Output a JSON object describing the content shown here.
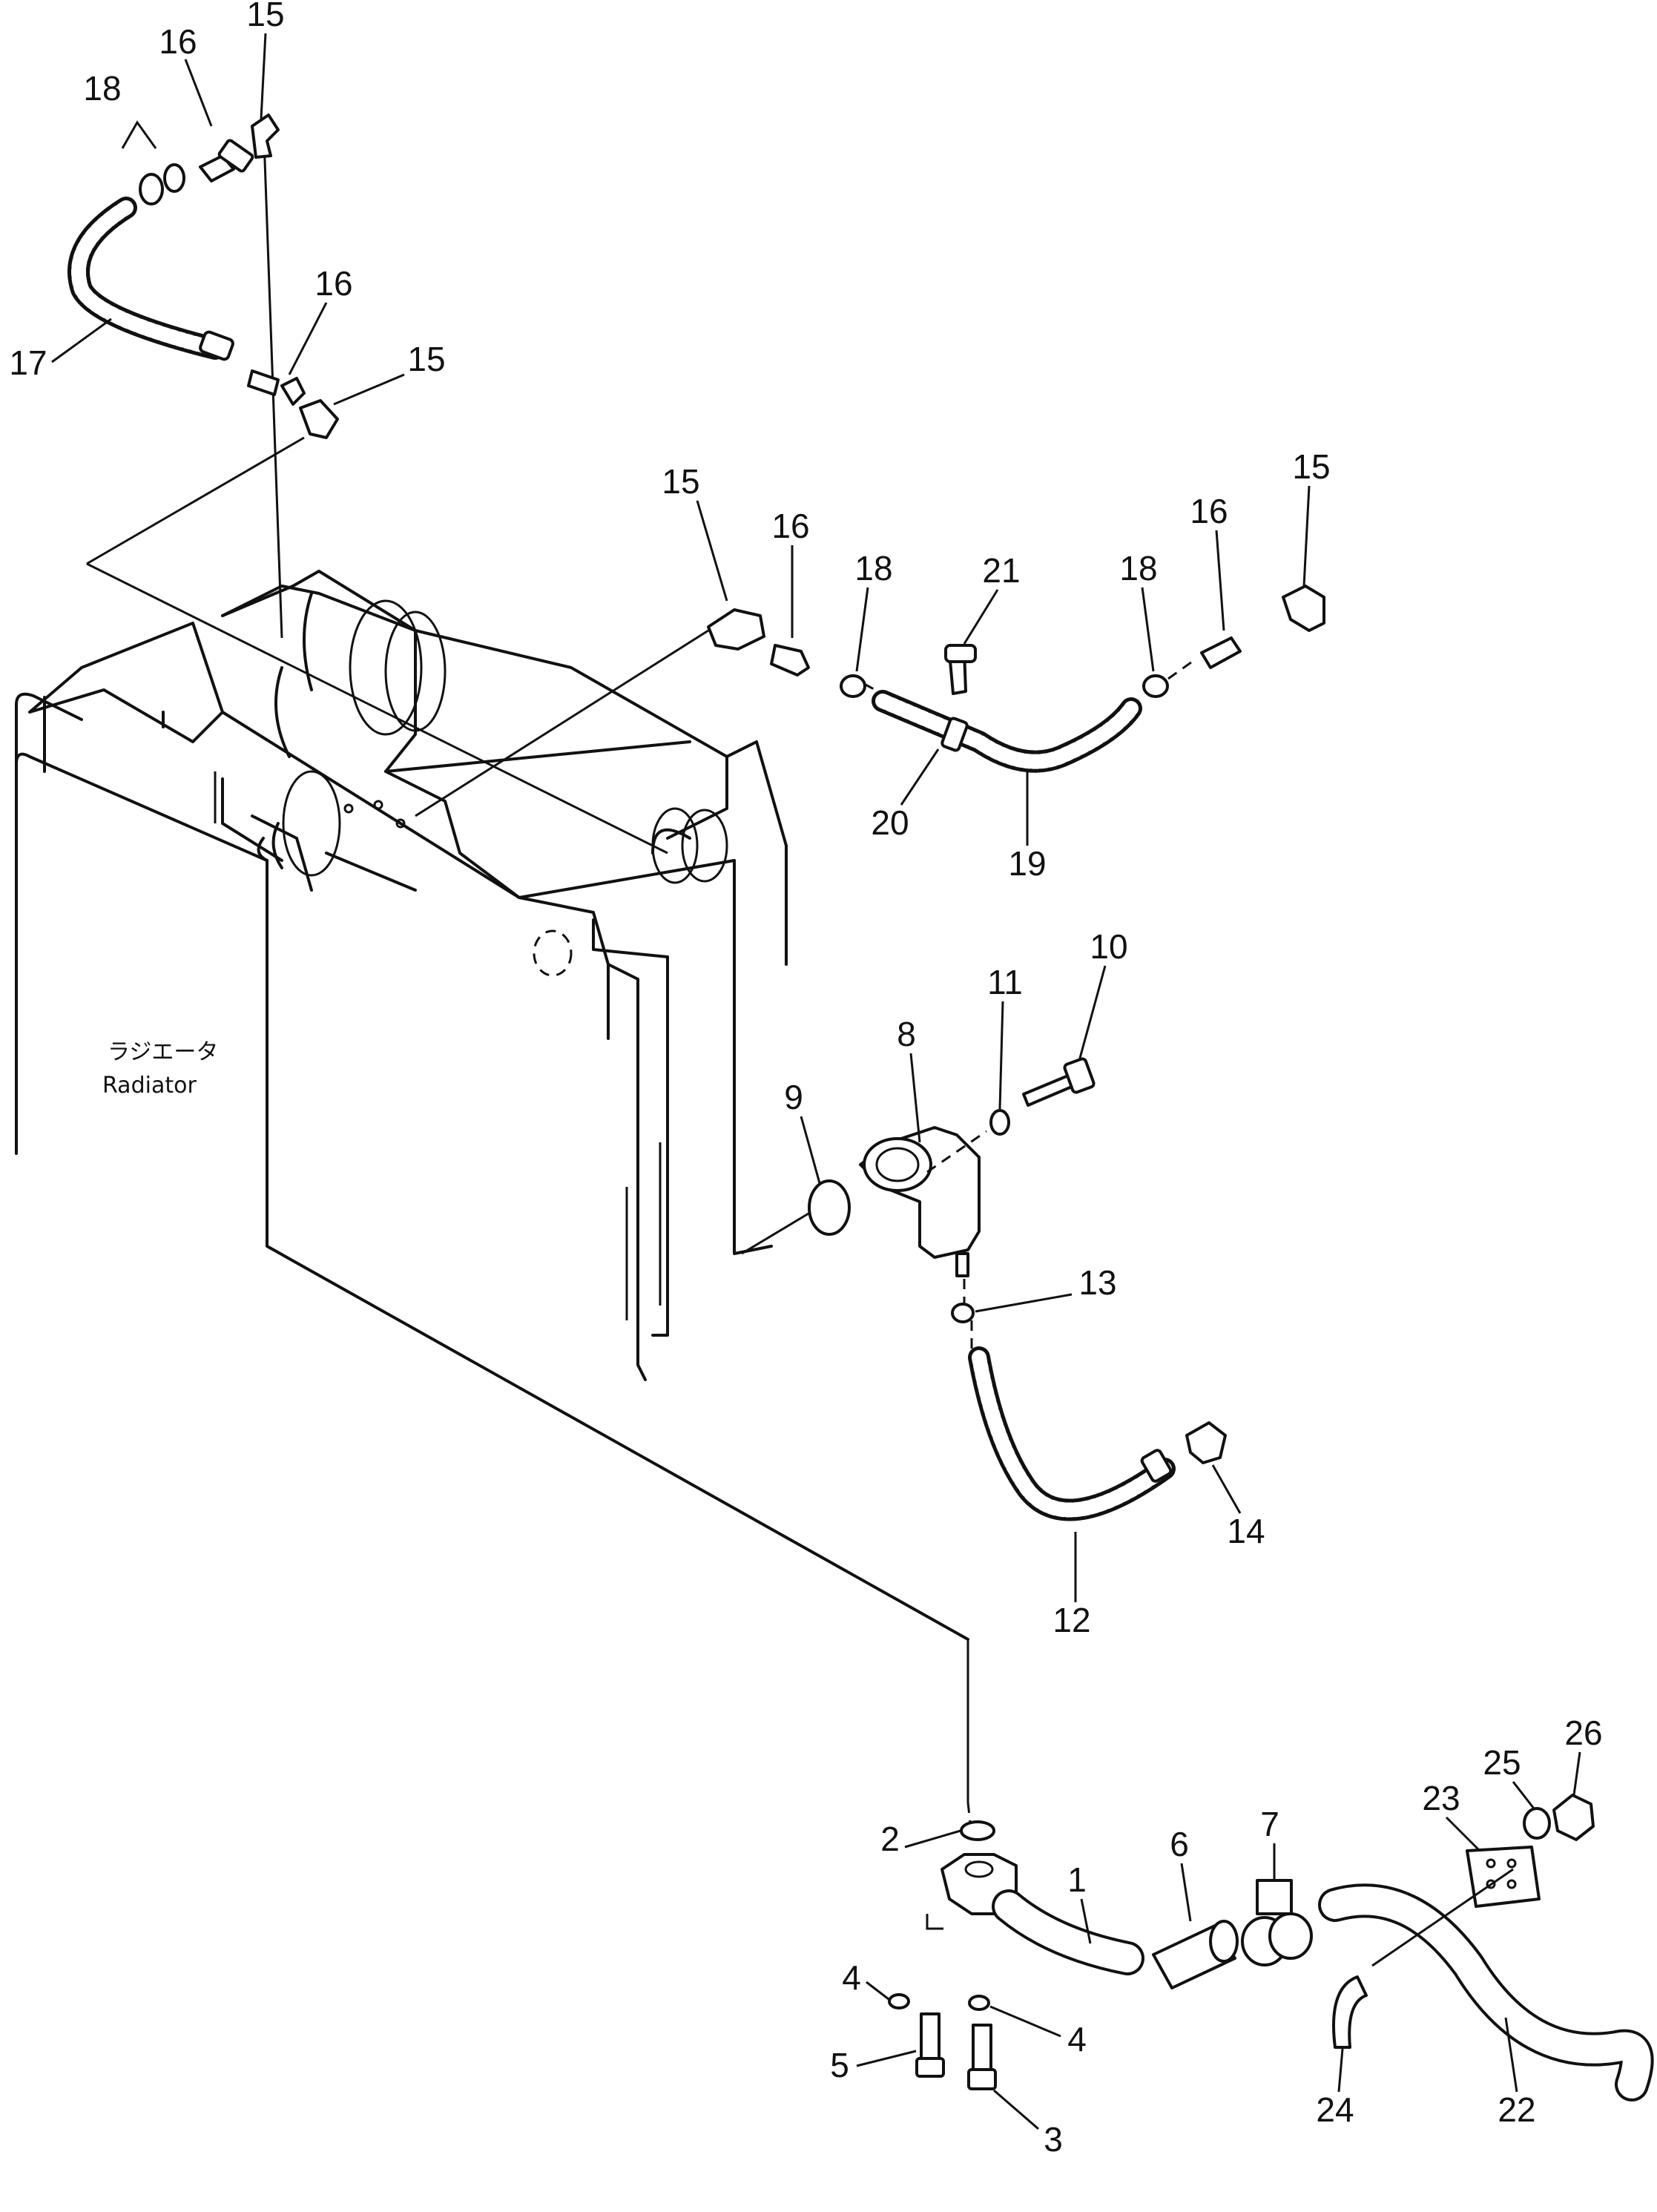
{
  "diagram": {
    "radiator_label_jp": "ラジエータ",
    "radiator_label_en": "Radiator"
  },
  "callouts": [
    {
      "id": "c15a",
      "text": "15"
    },
    {
      "id": "c16a",
      "text": "16"
    },
    {
      "id": "c18a",
      "text": "18"
    },
    {
      "id": "c17",
      "text": "17"
    },
    {
      "id": "c16b",
      "text": "16"
    },
    {
      "id": "c15b",
      "text": "15"
    },
    {
      "id": "c15c",
      "text": "15"
    },
    {
      "id": "c16c",
      "text": "16"
    },
    {
      "id": "c18b",
      "text": "18"
    },
    {
      "id": "c21",
      "text": "21"
    },
    {
      "id": "c18c",
      "text": "18"
    },
    {
      "id": "c16d",
      "text": "16"
    },
    {
      "id": "c15d",
      "text": "15"
    },
    {
      "id": "c20",
      "text": "20"
    },
    {
      "id": "c19",
      "text": "19"
    },
    {
      "id": "c10",
      "text": "10"
    },
    {
      "id": "c11",
      "text": "11"
    },
    {
      "id": "c8",
      "text": "8"
    },
    {
      "id": "c9",
      "text": "9"
    },
    {
      "id": "c13",
      "text": "13"
    },
    {
      "id": "c14",
      "text": "14"
    },
    {
      "id": "c12",
      "text": "12"
    },
    {
      "id": "c26",
      "text": "26"
    },
    {
      "id": "c25",
      "text": "25"
    },
    {
      "id": "c23",
      "text": "23"
    },
    {
      "id": "c7",
      "text": "7"
    },
    {
      "id": "c6",
      "text": "6"
    },
    {
      "id": "c2",
      "text": "2"
    },
    {
      "id": "c1",
      "text": "1"
    },
    {
      "id": "c4a",
      "text": "4"
    },
    {
      "id": "c4b",
      "text": "4"
    },
    {
      "id": "c5",
      "text": "5"
    },
    {
      "id": "c3",
      "text": "3"
    },
    {
      "id": "c24",
      "text": "24"
    },
    {
      "id": "c22",
      "text": "22"
    }
  ]
}
